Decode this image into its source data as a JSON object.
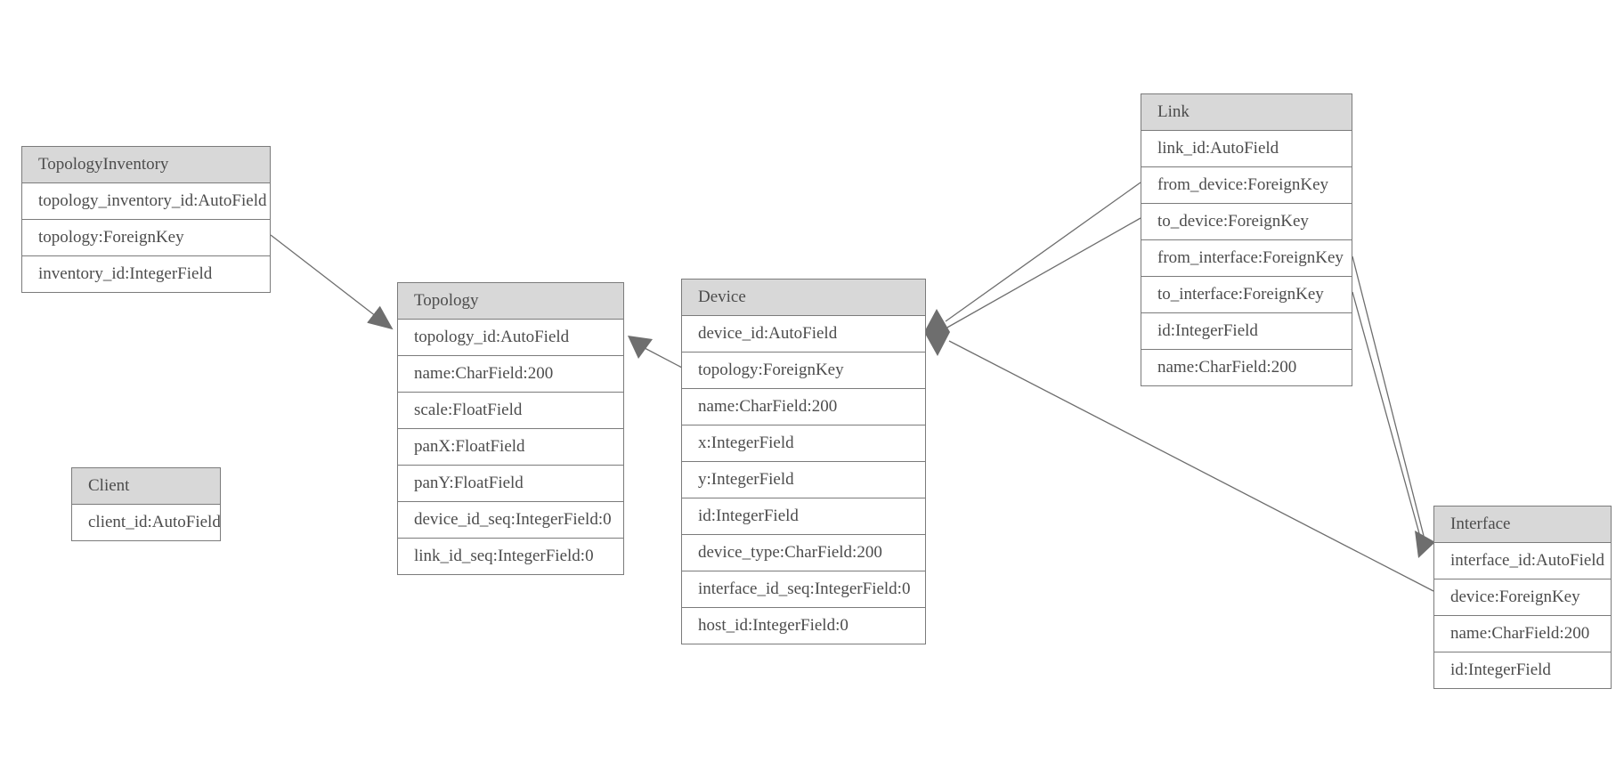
{
  "diagram": {
    "type": "entity-relationship-model-graph",
    "colors": {
      "background": "#ffffff",
      "header_fill": "#d8d8d8",
      "table_border": "#7b7b7b",
      "text": "#4c4c4c",
      "line": "#6e6e6e"
    },
    "tables": [
      {
        "id": "TopologyInventory",
        "title": "TopologyInventory",
        "fields": [
          "topology_inventory_id:AutoField",
          "topology:ForeignKey",
          "inventory_id:IntegerField"
        ]
      },
      {
        "id": "Topology",
        "title": "Topology",
        "fields": [
          "topology_id:AutoField",
          "name:CharField:200",
          "scale:FloatField",
          "panX:FloatField",
          "panY:FloatField",
          "device_id_seq:IntegerField:0",
          "link_id_seq:IntegerField:0"
        ]
      },
      {
        "id": "Client",
        "title": "Client",
        "fields": [
          "client_id:AutoField"
        ]
      },
      {
        "id": "Device",
        "title": "Device",
        "fields": [
          "device_id:AutoField",
          "topology:ForeignKey",
          "name:CharField:200",
          "x:IntegerField",
          "y:IntegerField",
          "id:IntegerField",
          "device_type:CharField:200",
          "interface_id_seq:IntegerField:0",
          "host_id:IntegerField:0"
        ]
      },
      {
        "id": "Link",
        "title": "Link",
        "fields": [
          "link_id:AutoField",
          "from_device:ForeignKey",
          "to_device:ForeignKey",
          "from_interface:ForeignKey",
          "to_interface:ForeignKey",
          "id:IntegerField",
          "name:CharField:200"
        ]
      },
      {
        "id": "Interface",
        "title": "Interface",
        "fields": [
          "interface_id:AutoField",
          "device:ForeignKey",
          "name:CharField:200",
          "id:IntegerField"
        ]
      }
    ],
    "relations": [
      {
        "from_table": "TopologyInventory",
        "from_field": "topology",
        "to_table": "Topology"
      },
      {
        "from_table": "Device",
        "from_field": "topology",
        "to_table": "Topology"
      },
      {
        "from_table": "Link",
        "from_field": "from_device",
        "to_table": "Device"
      },
      {
        "from_table": "Link",
        "from_field": "to_device",
        "to_table": "Device"
      },
      {
        "from_table": "Link",
        "from_field": "from_interface",
        "to_table": "Interface"
      },
      {
        "from_table": "Link",
        "from_field": "to_interface",
        "to_table": "Interface"
      },
      {
        "from_table": "Interface",
        "from_field": "device",
        "to_table": "Device"
      }
    ]
  }
}
